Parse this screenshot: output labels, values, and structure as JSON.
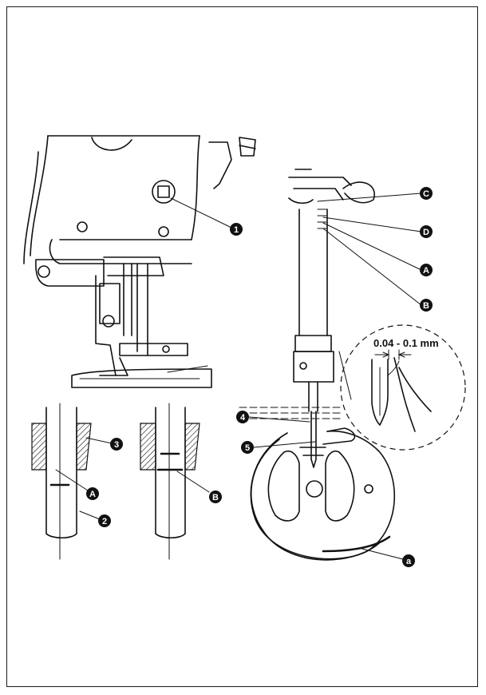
{
  "callouts": {
    "c1": "1",
    "c2": "2",
    "c3": "3",
    "c4": "4",
    "c5": "5",
    "A_left": "A",
    "B_left": "B",
    "C": "C",
    "D": "D",
    "A_right": "A",
    "B_right": "B",
    "a": "a"
  },
  "dimension": "0.04 - 0.1 mm",
  "colors": {
    "ink": "#111111",
    "paper": "#ffffff"
  }
}
